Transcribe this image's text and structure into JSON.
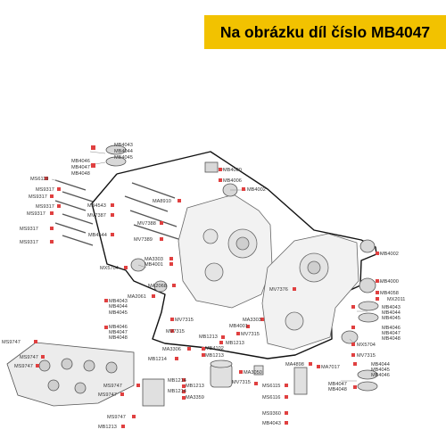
{
  "header": {
    "title": "Na obrázku díl číslo MB4047",
    "background_color": "#f2c200"
  },
  "colors": {
    "outline": "#111111",
    "part_line": "#777777",
    "label_text": "#333333",
    "marker": "#e04040",
    "part_fill": "#dddddd"
  },
  "labels": [
    "MB4043",
    "MB4044",
    "MB4045",
    "MB4046",
    "MB4047",
    "MB4048",
    "MS6119",
    "MS9317",
    "MS9317",
    "MS9317",
    "MS9317",
    "MS9317",
    "MS9317",
    "MB4543",
    "MV7387",
    "MB4544",
    "MA8910",
    "MV7388",
    "MV7389",
    "MB4000",
    "MB4006",
    "MB4002",
    "MX5704",
    "MA3303",
    "MB4001",
    "MB4002",
    "MB4000",
    "MB4058",
    "MX2011",
    "MA2068",
    "MA2061",
    "MV7376",
    "MB4043",
    "MB4044",
    "MB4045",
    "MB4046",
    "MB4047",
    "MB4048",
    "MV7315",
    "MA3303",
    "MB4001",
    "MV7315",
    "MB1213",
    "MB1213",
    "MV7315",
    "MB4043",
    "MB4044",
    "MB4045",
    "MB4046",
    "MB4047",
    "MB4048",
    "MX5704",
    "MV7315",
    "MA3306",
    "MB4102",
    "MB1213",
    "MB1214",
    "MS9747",
    "MS9747",
    "MS9747",
    "MS9747",
    "MS9747",
    "MS9747",
    "MB1213",
    "MB1214",
    "MB1213",
    "MB1214",
    "MA3359",
    "MA3050",
    "MV7315",
    "MA4898",
    "MA7017",
    "MS6115",
    "MS6116",
    "MS9360",
    "MB4043",
    "MB4044",
    "MB4045",
    "MB4046",
    "MB4047",
    "MB4048"
  ]
}
